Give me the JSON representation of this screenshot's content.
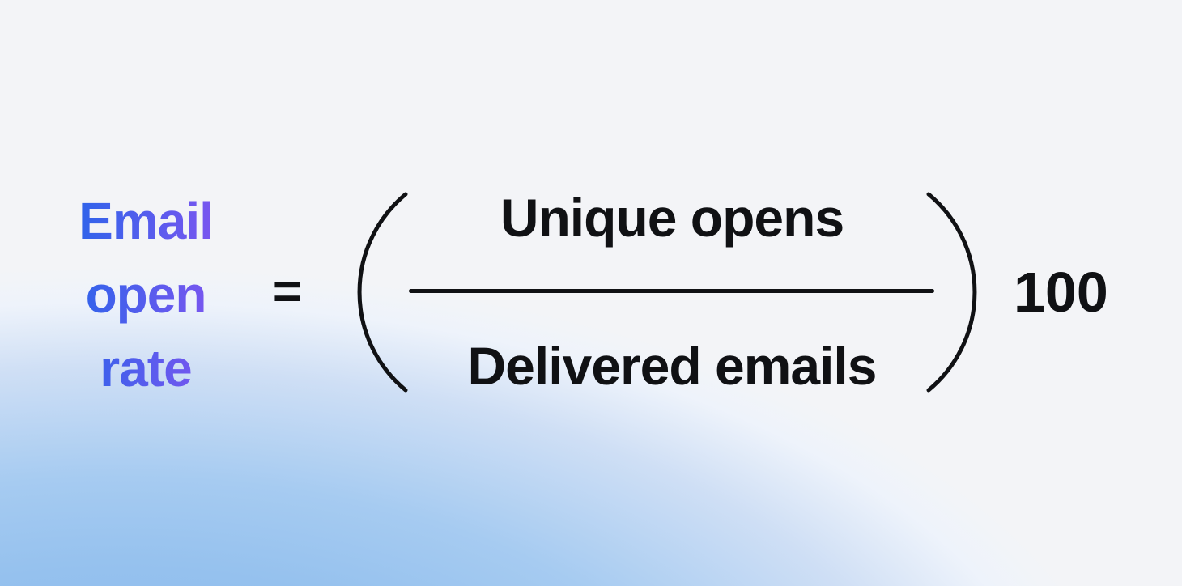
{
  "figure": {
    "type": "formula-infographic",
    "metric_name": "Email open rate",
    "metric_name_lines": [
      "Email",
      "open",
      "rate"
    ],
    "equals_sign": "=",
    "numerator": "Unique opens",
    "denominator": "Delivered emails",
    "multiplier": "100"
  },
  "colors": {
    "background": "#f3f4f7",
    "glow_blue": "#8fbdec",
    "ink": "#101114",
    "metric_gradient_start": "#1d67e9",
    "metric_gradient_end": "#8e52f1"
  }
}
